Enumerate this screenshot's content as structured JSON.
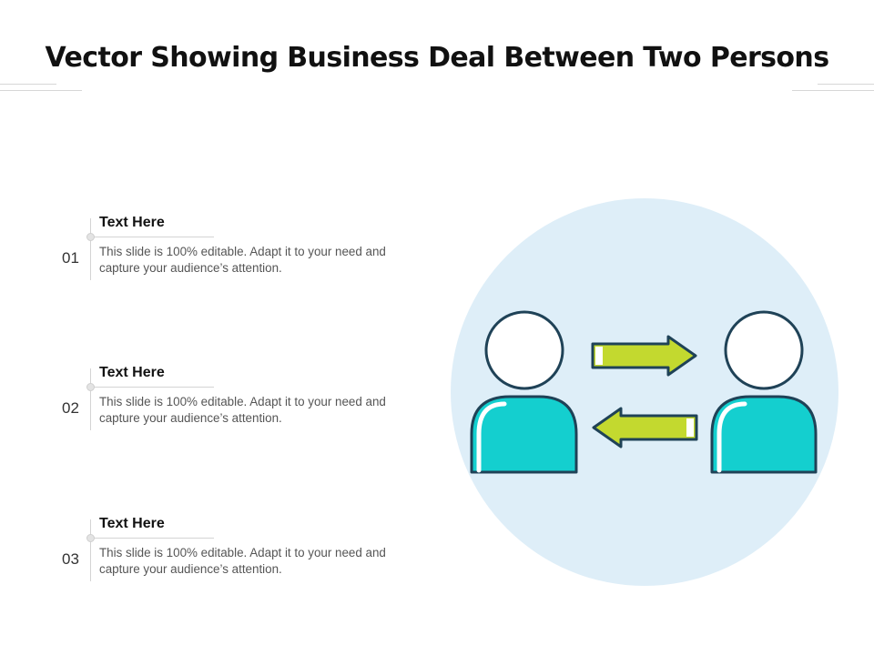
{
  "title": "Vector Showing Business Deal Between Two Persons",
  "items": [
    {
      "number": "01",
      "heading": "Text Here",
      "description": "This slide is 100% editable. Adapt it to your need and capture your audience’s attention."
    },
    {
      "number": "02",
      "heading": "Text Here",
      "description": "This slide is 100% editable. Adapt it to your need and capture your audience’s attention."
    },
    {
      "number": "03",
      "heading": "Text Here",
      "description": "This slide is 100% editable. Adapt it to your need and capture your audience’s attention."
    }
  ],
  "colors": {
    "circle_bg": "#deeef8",
    "person_body": "#14cfcf",
    "outline": "#1f4257",
    "arrow_fill": "#c3d92f",
    "head_fill": "#ffffff"
  },
  "icons": [
    "person-icon",
    "person-icon",
    "arrow-right-icon",
    "arrow-left-icon"
  ]
}
